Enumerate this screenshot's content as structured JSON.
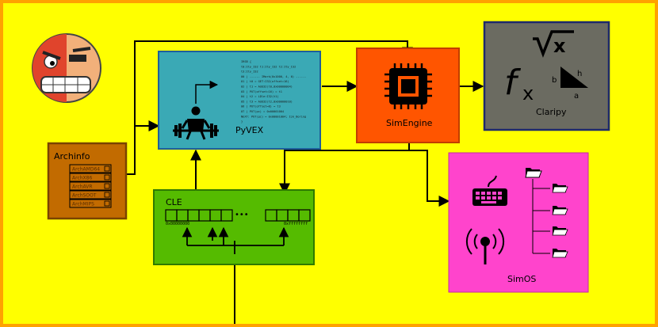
{
  "components": {
    "archinfo": {
      "label": "Archinfo",
      "items": [
        "ArchAMD64",
        "ArchX86",
        "ArchAVR",
        "ArchSOOT",
        "ArchMIPS"
      ]
    },
    "pyvex": {
      "label": "PyVEX",
      "ir_lines": [
        "IRSB {",
        "  t0:Ity_I32 t1:Ity_I32 t2:Ity_I32",
        "  t3:Ity_I32",
        "  00 | ------ IMark(0x1000, 4, 0) ------",
        "  01 | t0 = GET:I32(offset=16)",
        "  02 | t1 = Add32(t0,0x00000004)",
        "  03 | PUT(offset=16) = t1",
        "  04 | t2 = LDle:I32(t1)",
        "  05 | t3 = Add32(t2,0x00000010)",
        "  06 | PUT(offset=8) = t3",
        "  07 | PUT(pc) = 0x00001004",
        "  NEXT: PUT(pc) = 0x00001004; Ijk_Boring",
        "}"
      ]
    },
    "simengine": {
      "label": "SimEngine"
    },
    "claripy": {
      "label": "Claripy",
      "formula": {
        "f": "f",
        "x": "x",
        "sqrt": "x",
        "b": "b",
        "h": "h",
        "a": "a"
      }
    },
    "cle": {
      "label": "CLE",
      "addr_start": "0x00000000",
      "addr_end": "0xffffffff",
      "ellipsis": "•••"
    },
    "simos": {
      "label": "SimOS"
    }
  },
  "colors": {
    "background": "#ffff00",
    "border": "#ffa200",
    "archinfo": "#c26b00",
    "pyvex": "#3aa9b5",
    "simengine": "#ff5500",
    "claripy": "#6b6b61",
    "cle": "#55bb00",
    "simos": "#ff44cc"
  }
}
